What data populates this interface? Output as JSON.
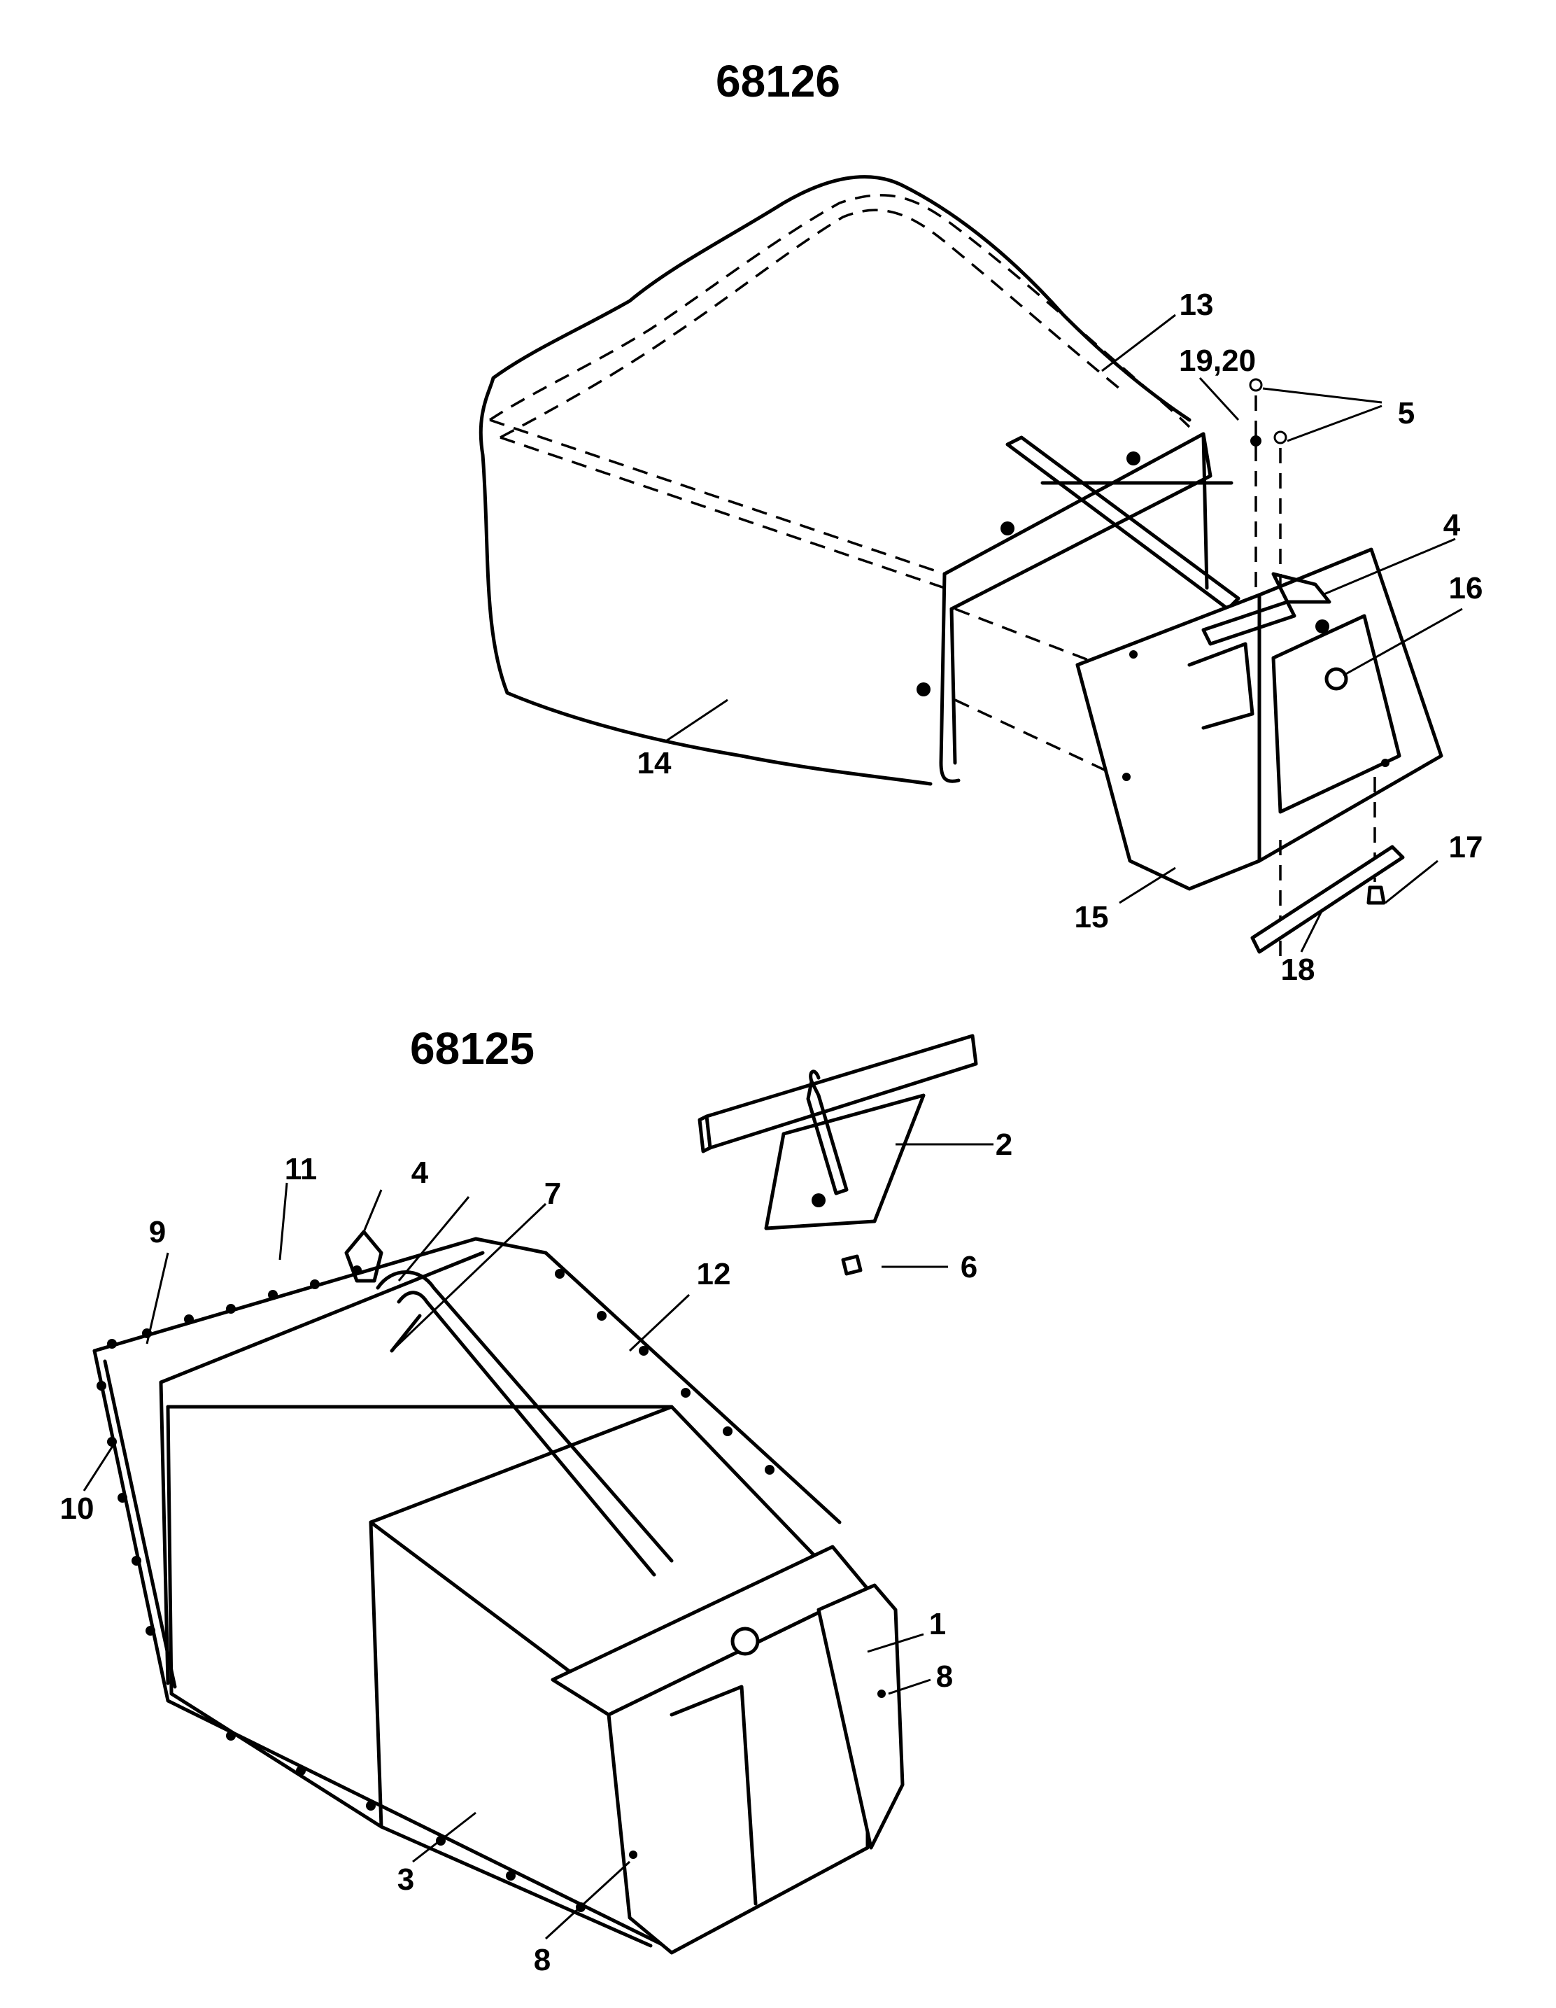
{
  "diagrams": [
    {
      "model": "68126",
      "callouts": [
        "13",
        "19,20",
        "5",
        "4",
        "16",
        "14",
        "15",
        "17",
        "18"
      ]
    },
    {
      "model": "68125",
      "callouts": [
        "2",
        "6",
        "11",
        "4",
        "7",
        "9",
        "12",
        "10",
        "1",
        "8",
        "3",
        "8"
      ]
    }
  ]
}
